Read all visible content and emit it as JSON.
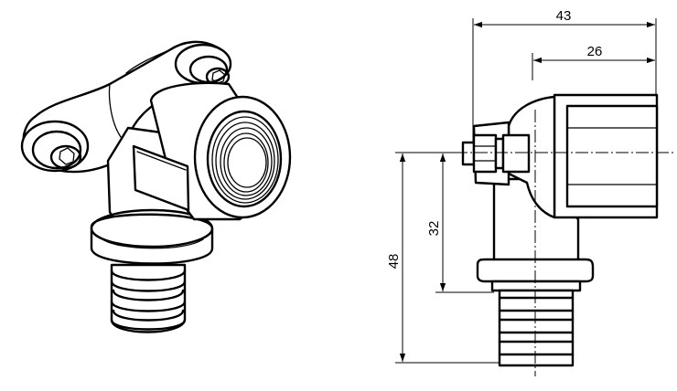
{
  "dimensions": {
    "overall_width": "43",
    "outlet_width": "26",
    "overall_height": "48",
    "center_height": "32"
  },
  "colors": {
    "line": "#000000",
    "background": "#ffffff"
  }
}
